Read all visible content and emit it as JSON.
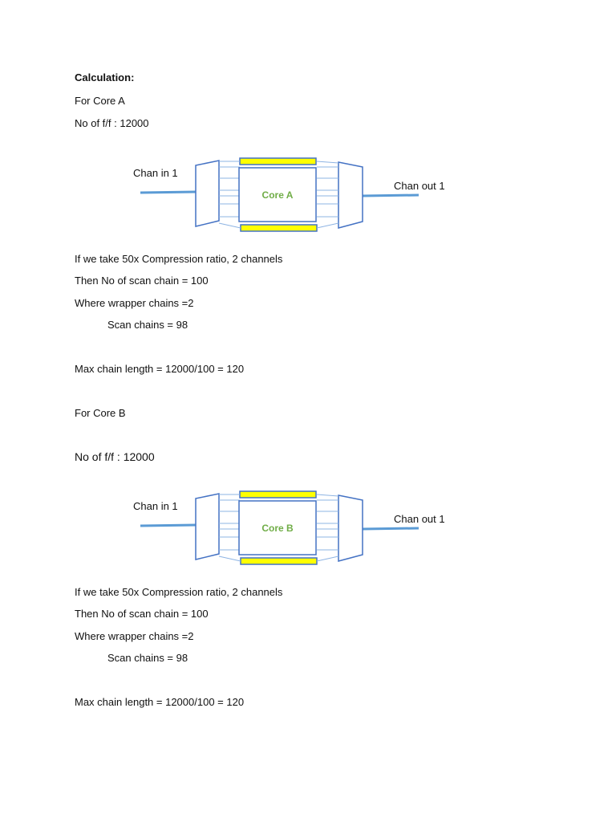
{
  "document": {
    "heading": "Calculation:",
    "core_a": {
      "title": "For Core A",
      "ff_count": "No of f/f : 12000",
      "diagram": {
        "core_label": "Core A",
        "chan_in": "Chan in 1",
        "chan_out": "Chan out 1"
      },
      "compression": "If we take 50x Compression ratio, 2 channels",
      "scan_chain_total": "Then No of scan chain = 100",
      "wrapper_chains": "Where wrapper chains =2",
      "scan_chains": "Scan chains = 98",
      "max_chain_length": "Max chain length = 12000/100 = 120"
    },
    "core_b": {
      "title": "For Core B",
      "ff_count": "No of f/f : 12000",
      "diagram": {
        "core_label": "Core B",
        "chan_in": "Chan in 1",
        "chan_out": "Chan out 1"
      },
      "compression": "If we take 50x Compression ratio, 2 channels",
      "scan_chain_total": "Then No of scan chain = 100",
      "wrapper_chains": "Where wrapper chains =2",
      "scan_chains": "Scan chains = 98",
      "max_chain_length": "Max chain length = 12000/100 = 120"
    }
  },
  "colors": {
    "wire": "#5b9bd5",
    "wrapper_fill": "#ffff00",
    "outline": "#4472c4",
    "core_text": "#70ad47"
  }
}
